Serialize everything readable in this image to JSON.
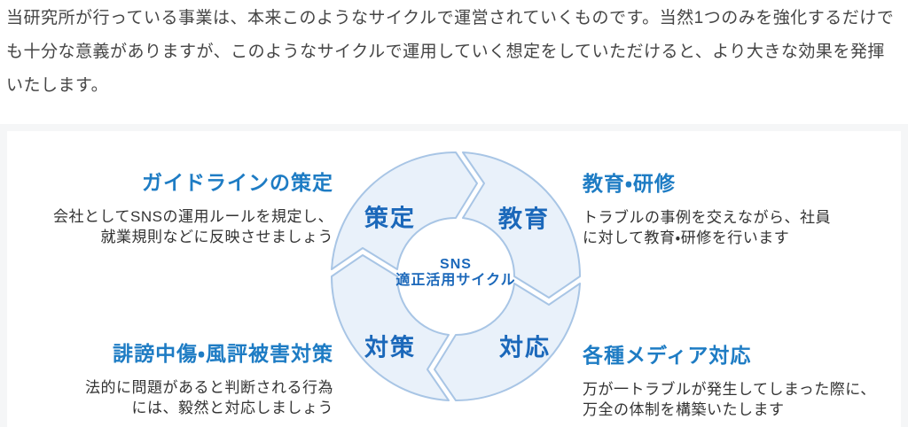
{
  "intro": {
    "paragraph": "当研究所が行っている事業は、本来このようなサイクルで運営されていくものです。当然1つのみを強化するだけでも十分な意義がありますが、このようなサイクルで運用していく想定をしていただけると、より大きな効果を発揮いたします。"
  },
  "diagram": {
    "center": {
      "line1": "SNS",
      "line2": "適正活用サイクル"
    },
    "segments": [
      {
        "label": "策定"
      },
      {
        "label": "教育"
      },
      {
        "label": "対策"
      },
      {
        "label": "対応"
      }
    ],
    "flow_order": "策定 → 教育 → 対応 → 対策 (時計回り)",
    "colors": {
      "segment_fill": "#e9f1fa",
      "segment_stroke": "#a8c5e5",
      "label_blue": "#1b68ba",
      "heading_blue": "#1e7cc4",
      "section_bg": "#f5f6f7"
    }
  },
  "blocks": {
    "guideline": {
      "title": "ガイドラインの策定",
      "lines": [
        "会社としてSNSの運用ルールを規定し、",
        "就業規則などに反映させましょう"
      ]
    },
    "education": {
      "title": "教育・研修",
      "lines": [
        "トラブルの事例を交えながら、社員",
        "に対して教育・研修を行います"
      ]
    },
    "countermeasure": {
      "title": "誹謗中傷・風評被害対策",
      "lines": [
        "法的に問題があると判断される行為",
        "には、毅然と対応しましょう"
      ]
    },
    "media": {
      "title": "各種メディア対応",
      "lines": [
        "万が一トラブルが発生してしまった際に、",
        "万全の体制を構築いたします"
      ]
    }
  }
}
